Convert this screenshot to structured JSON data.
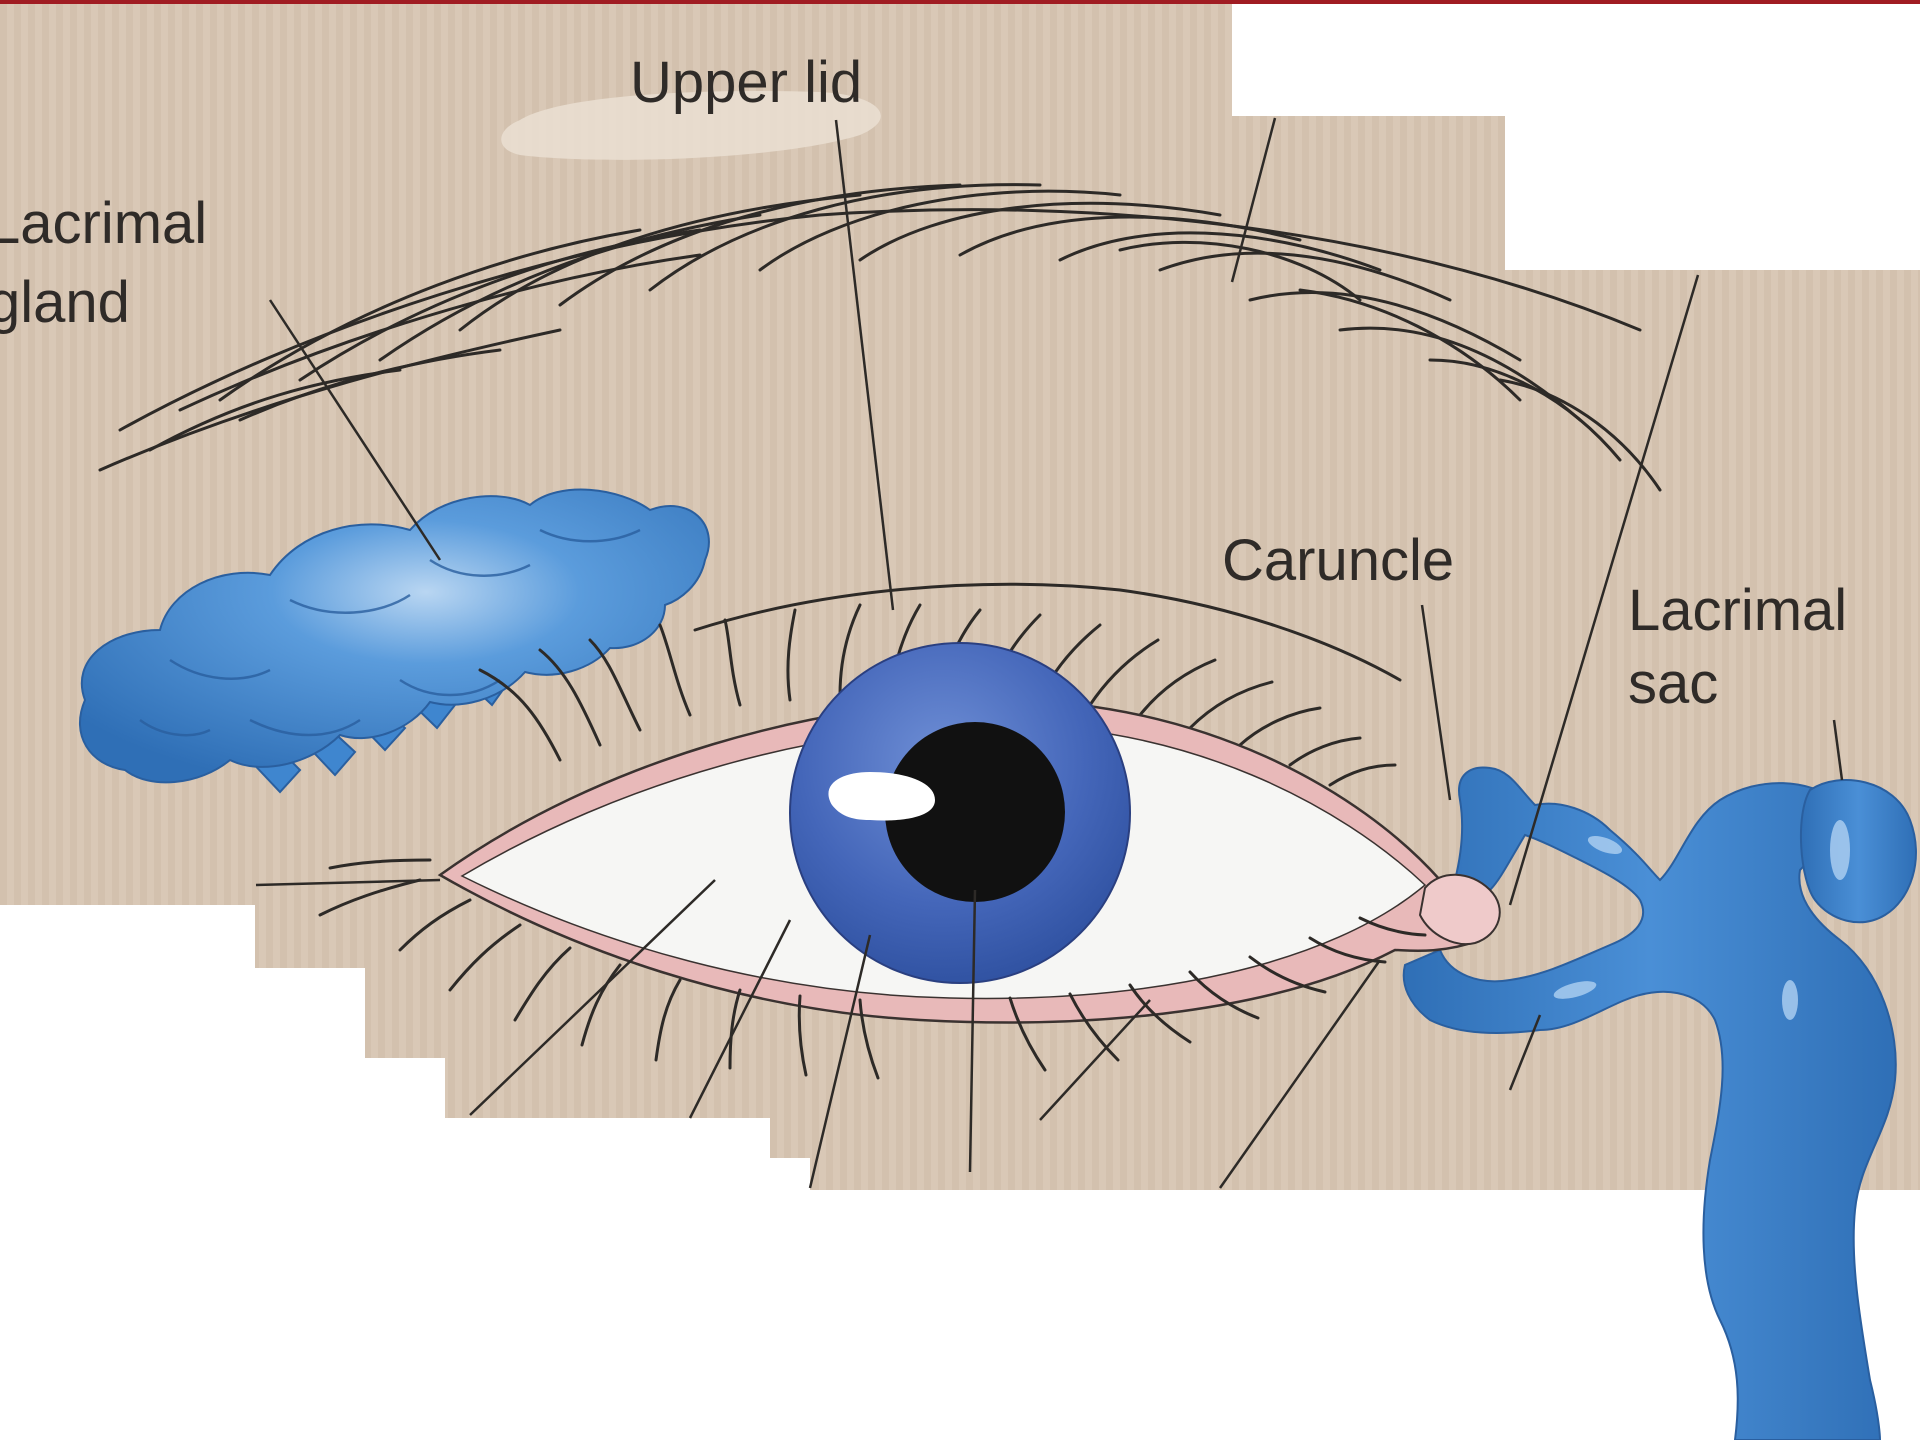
{
  "labels": {
    "upper_lid": "Upper lid",
    "lacrimal_gland_line1": "Lacrimal",
    "lacrimal_gland_line2": "gland",
    "caruncle": "Caruncle",
    "lacrimal_sac_line1": "Lacrimal",
    "lacrimal_sac_line2": "sac"
  },
  "colors": {
    "top_bar": "#a01c22",
    "paper": "#d8c7b4",
    "gland_blue": "#3f86cf",
    "iris_blue": "#3f63b8",
    "lid_pink": "#e8b9b9",
    "sclera": "#f6f6f4",
    "ink": "#2d2a27"
  }
}
